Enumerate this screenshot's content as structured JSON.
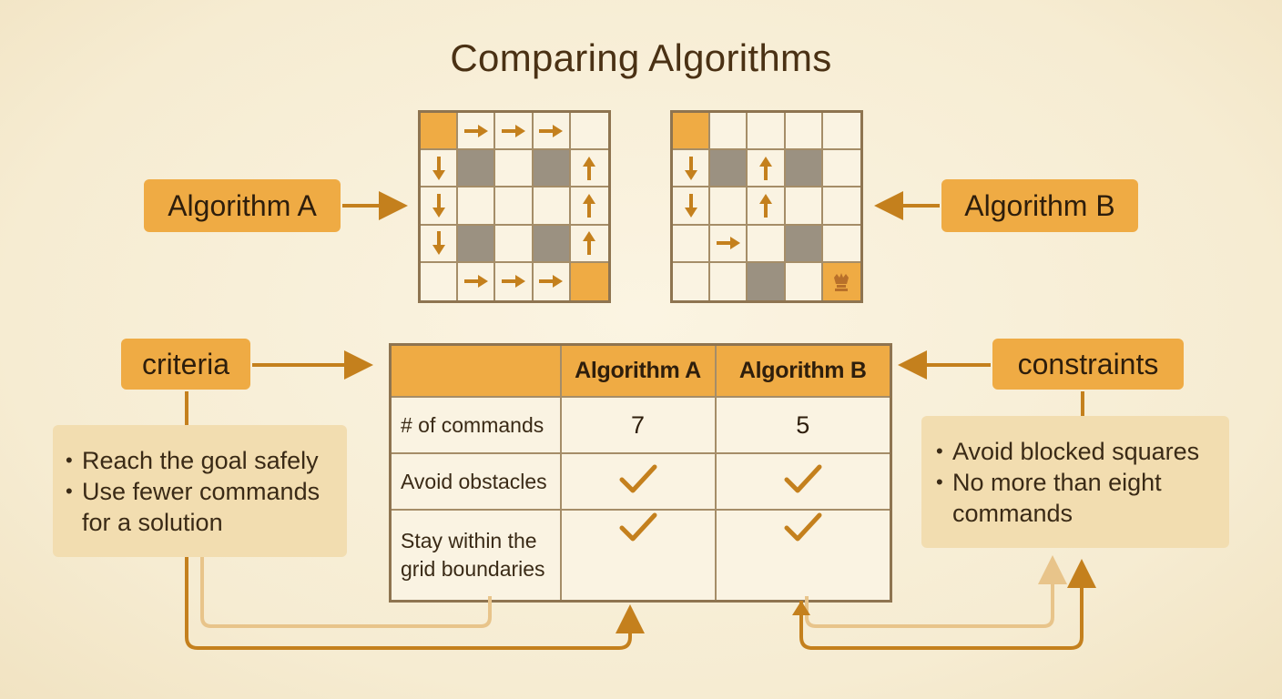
{
  "title": "Comparing Algorithms",
  "labels": {
    "algorithm_a": "Algorithm A",
    "algorithm_b": "Algorithm B",
    "criteria": "criteria",
    "constraints": "constraints"
  },
  "criteria_items": [
    "Reach the goal safely",
    "Use fewer commands for a solution"
  ],
  "constraints_items": [
    "Avoid blocked squares",
    "No more than eight commands"
  ],
  "grid_a": [
    [
      "start",
      "right",
      "right",
      "right",
      "empty"
    ],
    [
      "down",
      "block",
      "empty",
      "block",
      "up"
    ],
    [
      "down",
      "empty",
      "empty",
      "empty",
      "up"
    ],
    [
      "down",
      "block",
      "empty",
      "block",
      "up"
    ],
    [
      "empty",
      "right",
      "right",
      "right",
      "goal"
    ]
  ],
  "grid_b": [
    [
      "start",
      "empty",
      "empty",
      "empty",
      "empty"
    ],
    [
      "down",
      "block",
      "up",
      "block",
      "empty"
    ],
    [
      "down",
      "empty",
      "up",
      "empty",
      "empty"
    ],
    [
      "empty",
      "right",
      "empty",
      "block",
      "empty"
    ],
    [
      "empty",
      "empty",
      "block",
      "empty",
      "goal-crown"
    ]
  ],
  "table": {
    "headers": [
      "",
      "Algorithm A",
      "Algorithm B"
    ],
    "rows": [
      {
        "label": "# of commands",
        "a": "7",
        "b": "5"
      },
      {
        "label": "Avoid obstacles",
        "a": "check",
        "b": "check"
      },
      {
        "label": "Stay within the grid boundaries",
        "a": "check",
        "b": "check"
      }
    ]
  },
  "colors": {
    "accent": "#efab44",
    "arrow": "#c4801d",
    "arrow_light": "#e8c48a",
    "blocked": "#9b9181",
    "background": "#f8efd8",
    "note": "#f2ddb0"
  },
  "icons": {
    "move_right": "arrow-right-icon",
    "move_down": "arrow-down-icon",
    "move_up": "arrow-up-icon",
    "goal": "crown-icon",
    "pass": "check-icon"
  }
}
